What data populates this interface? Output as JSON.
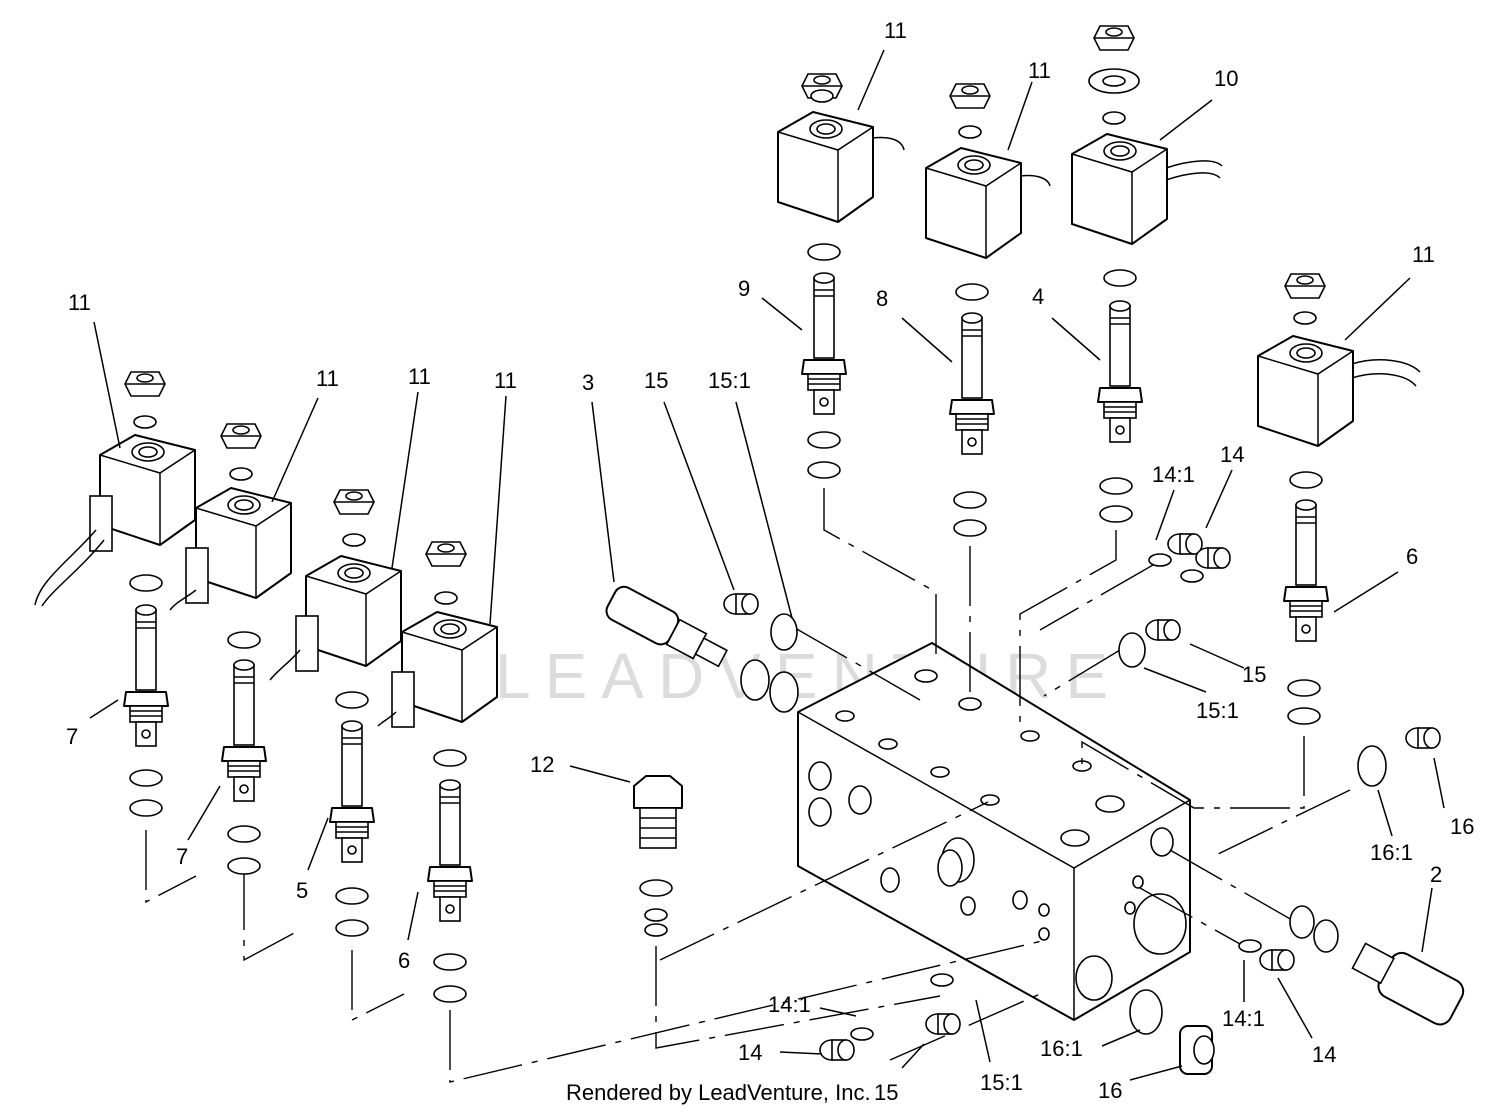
{
  "watermark": {
    "text": "LEADVENTURE",
    "color": "#dcdcdc"
  },
  "footer": {
    "credit": "Rendered by LeadVenture, Inc.",
    "page_ref": "15"
  },
  "callouts": {
    "c_11_top_a": "11",
    "c_11_top_b": "11",
    "c_10": "10",
    "c_11_right": "11",
    "c_9": "9",
    "c_8": "8",
    "c_4": "4",
    "c_11_left_a": "11",
    "c_11_left_b": "11",
    "c_11_left_c": "11",
    "c_11_left_d": "11",
    "c_3": "3",
    "c_15_a": "15",
    "c_15_1_a": "15:1",
    "c_14_1_a": "14:1",
    "c_14_a": "14",
    "c_6_right": "6",
    "c_15_b": "15",
    "c_15_1_b": "15:1",
    "c_7_a": "7",
    "c_7_b": "7",
    "c_5": "5",
    "c_6_left": "6",
    "c_12": "12",
    "c_16_a": "16",
    "c_16_1_a": "16:1",
    "c_2": "2",
    "c_14_1_b": "14:1",
    "c_14_b": "14",
    "c_15_1_c": "15:1",
    "c_16_1_b": "16:1",
    "c_14_1_c": "14:1",
    "c_14_c": "14",
    "c_16_b": "16"
  },
  "colors": {
    "line": "#000000",
    "background": "#ffffff"
  }
}
